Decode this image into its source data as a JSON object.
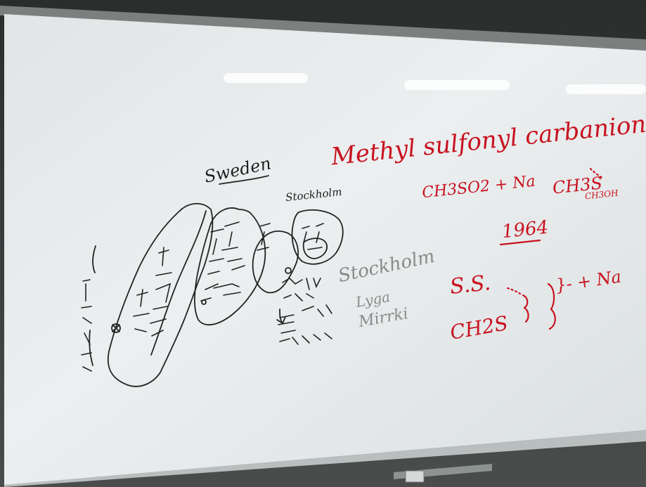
{
  "whiteboard": {
    "black_notes": {
      "sweden": "Sweden",
      "stockholm_small": "Stockholm",
      "stockholm_large": "Stockholm",
      "lyga": "Lyga",
      "mirrki": "Mirrki"
    },
    "red_notes": {
      "title": "Methyl sulfonyl carbanion",
      "formula_1": "CH3SO2 + Na",
      "formula_2": "CH3S",
      "formula_2_sub": "CH3OH",
      "year": "1964",
      "initials": "S.S.",
      "formula_3": "CH2S",
      "formula_3_tail": "}- + Na"
    }
  },
  "colors": {
    "marker_red": "#c8121f",
    "marker_black": "#1f1f1f",
    "board": "#e9ecec",
    "frame": "#2e3131"
  }
}
